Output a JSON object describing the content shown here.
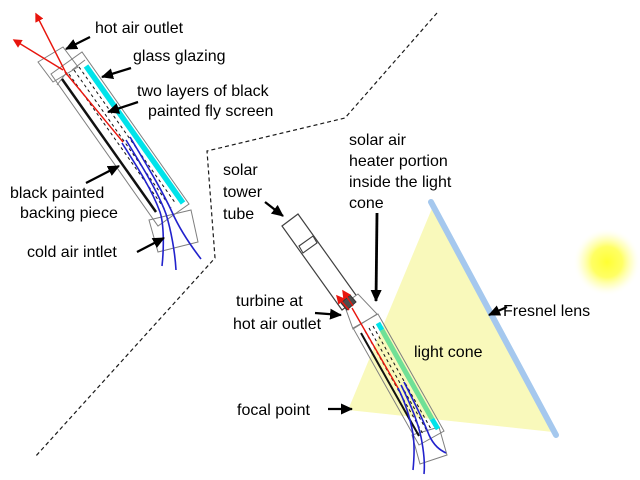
{
  "labels": {
    "hot_air_outlet": "hot air outlet",
    "glass_glazing": "glass glazing",
    "fly_screen": [
      "two layers of black",
      "painted fly screen"
    ],
    "backing_piece": [
      "black painted",
      "backing piece"
    ],
    "cold_air_inlet": "cold air intlet",
    "solar_tower_tube": [
      "solar",
      "tower",
      "tube"
    ],
    "heater_portion": [
      "solar air",
      "heater portion",
      "inside the light",
      "cone"
    ],
    "turbine": [
      "turbine at",
      "hot air outlet"
    ],
    "fresnel_lens": "Fresnel lens",
    "light_cone": "light cone",
    "focal_point": "focal point"
  },
  "colors": {
    "glazing_cyan": "#00e3ea",
    "glazing_green_in_cone": "#70e096",
    "cone_yellow": "#f9f9bb",
    "lens_blue": "#a5c8ee",
    "hot_air_red": "#e8150d",
    "cold_air_blue": "#2222cc",
    "outline_grey": "#7f7f7f",
    "sun_yellow": "#ffff2e"
  }
}
